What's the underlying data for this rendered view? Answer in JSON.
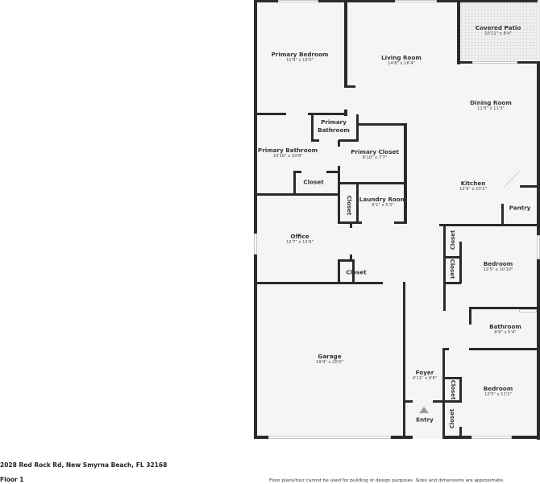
{
  "floorplan": {
    "floor_label": "Floor 1",
    "address": "2028 Red Rock Rd, New Smyrna Beach, FL 32168",
    "disclaimer": "Floor plans/tour cannot be used for building or design purposes. Sizes and dimensions are approximate.",
    "colors": {
      "wall": "#2b2b2b",
      "floor": "#f5f5f5",
      "window": "#ffffff"
    },
    "rooms": [
      {
        "id": "primary-bedroom",
        "name": "Primary Bedroom",
        "dims": "11'9\" x 15'0\""
      },
      {
        "id": "living-room",
        "name": "Living Room",
        "dims": "14'8\" x 16'4\""
      },
      {
        "id": "covered-patio",
        "name": "Covered Patio",
        "dims": "10'11\" x 8'4\""
      },
      {
        "id": "dining-room",
        "name": "Dining Room",
        "dims": "11'0\" x 11'3\""
      },
      {
        "id": "primary-bathroom-wc",
        "name": "Primary Bathroom",
        "dims": ""
      },
      {
        "id": "primary-bathroom",
        "name": "Primary Bathroom",
        "dims": "10'10\" x 10'8\""
      },
      {
        "id": "primary-closet",
        "name": "Primary Closet",
        "dims": "8'10\" x 7'7\""
      },
      {
        "id": "closet-bath",
        "name": "Closet",
        "dims": ""
      },
      {
        "id": "closet-laundry",
        "name": "Closet",
        "dims": ""
      },
      {
        "id": "laundry-room",
        "name": "Laundry Room",
        "dims": "6'1\" x 5'3\""
      },
      {
        "id": "kitchen",
        "name": "Kitchen",
        "dims": "12'9\" x 10'2\""
      },
      {
        "id": "pantry",
        "name": "Pantry",
        "dims": ""
      },
      {
        "id": "office",
        "name": "Office",
        "dims": "12'7\" x 11'6\""
      },
      {
        "id": "closet-office",
        "name": "Closet",
        "dims": ""
      },
      {
        "id": "closet-bed2-a",
        "name": "Closet",
        "dims": ""
      },
      {
        "id": "closet-bed2-b",
        "name": "Closet",
        "dims": ""
      },
      {
        "id": "bedroom-2",
        "name": "Bedroom",
        "dims": "12'5\" x 10'10\""
      },
      {
        "id": "bathroom",
        "name": "Bathroom",
        "dims": "8'9\" x 5'4\""
      },
      {
        "id": "garage",
        "name": "Garage",
        "dims": "19'9\" x 20'0\""
      },
      {
        "id": "foyer",
        "name": "Foyer",
        "dims": "4'11\" x 6'6\""
      },
      {
        "id": "bedroom-3",
        "name": "Bedroom",
        "dims": "12'5\" x 11'2\""
      },
      {
        "id": "closet-bed3-a",
        "name": "Closet",
        "dims": ""
      },
      {
        "id": "closet-bed3-b",
        "name": "Closet",
        "dims": ""
      },
      {
        "id": "entry",
        "name": "Entry",
        "dims": ""
      }
    ],
    "icons": {
      "entry": "entry-arrow-icon"
    }
  }
}
